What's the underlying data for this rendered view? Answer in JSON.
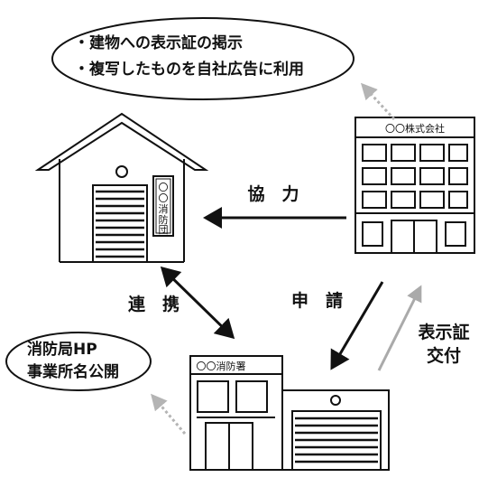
{
  "bubble_top": {
    "line1": "・建物への表示証の掲示",
    "line2": "・複写したものを自社広告に利用"
  },
  "bubble_left": {
    "line1": "消防局HP",
    "line2": "事業所名公開"
  },
  "company": {
    "sign": "〇〇株式会社"
  },
  "fire_brigade": {
    "sign_chars": [
      "〇",
      "〇",
      "消",
      "防",
      "団"
    ]
  },
  "fire_station": {
    "sign": "〇〇消防署"
  },
  "arrows": {
    "cooperation": "協　力",
    "application": "申　請",
    "liaison": "連　携",
    "issuance_line1": "表示証",
    "issuance_line2": "交付"
  },
  "colors": {
    "line": "#111111",
    "gray_arrow": "#aaaaaa",
    "dotted_arrow": "#b4b4b4"
  }
}
